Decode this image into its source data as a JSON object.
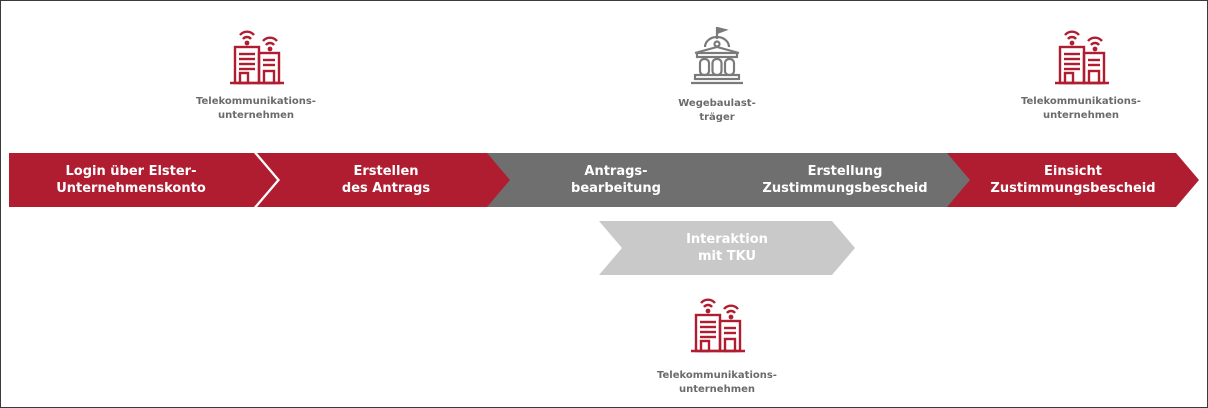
{
  "actors": [
    {
      "id": "tku-left",
      "icon": "telecom-building-icon",
      "line1": "Telekommunikations-",
      "line2": "unternehmen",
      "color": "#b01d31"
    },
    {
      "id": "wbl",
      "icon": "government-building-icon",
      "line1": "Wegebaulast-",
      "line2": "träger",
      "color": "#7a7a7a"
    },
    {
      "id": "tku-right",
      "icon": "telecom-building-icon",
      "line1": "Telekommunikations-",
      "line2": "unternehmen",
      "color": "#b01d31"
    },
    {
      "id": "tku-bottom",
      "icon": "telecom-building-icon",
      "line1": "Telekommunikations-",
      "line2": "unternehmen",
      "color": "#b01d31"
    }
  ],
  "steps": [
    {
      "line1": "Login über Elster-",
      "line2": "Unternehmenskonto",
      "color": "#b01d31"
    },
    {
      "line1": "Erstellen",
      "line2": "des Antrags",
      "color": "#b01d31"
    },
    {
      "line1": "Antrags-",
      "line2": "bearbeitung",
      "color": "#6f6f6f"
    },
    {
      "line1": "Erstellung",
      "line2": "Zustimmungsbescheid",
      "color": "#6f6f6f"
    },
    {
      "line1": "Einsicht",
      "line2": "Zustimmungsbescheid",
      "color": "#b01d31"
    }
  ],
  "substep": {
    "line1": "Interaktion",
    "line2": "mit TKU",
    "color": "#c9c9c9"
  }
}
